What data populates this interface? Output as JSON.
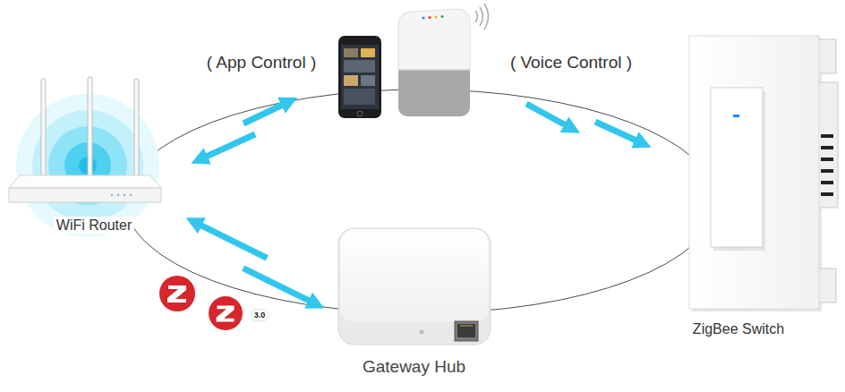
{
  "diagram": {
    "nodes": [
      {
        "text": [
          "WiFi Router"
        ]
      },
      {
        "text": [
          "ZigBee Switch"
        ]
      },
      {
        "text": [
          "Gateway Hub"
        ]
      }
    ],
    "edges": [
      {
        "from": 0,
        "to": 2,
        "arrow": "both"
      }
    ],
    "labels": [
      "( App Control )",
      "( Voice Control )",
      "3.0"
    ]
  }
}
